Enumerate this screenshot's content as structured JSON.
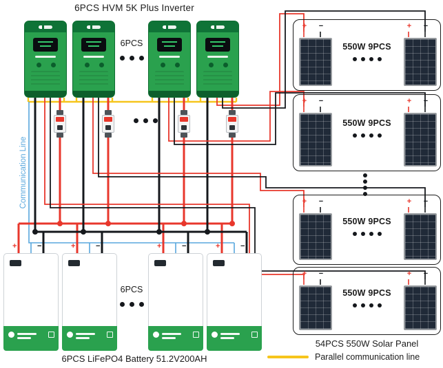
{
  "titles": {
    "inverter": "6PCS HVM 5K Plus Inverter",
    "battery": "6PCS LiFePO4 Battery 51.2V200AH",
    "solar_panel": "54PCS 550W Solar Panel"
  },
  "labels": {
    "inverter_count": "6PCS",
    "battery_count": "6PCS",
    "communication_line": "Communication Line",
    "legend_parallel": "Parallel communication line"
  },
  "solar": {
    "groups": [
      {
        "label": "550W 9PCS"
      },
      {
        "label": "550W 9PCS"
      },
      {
        "label": "550W 9PCS"
      },
      {
        "label": "550W 9PCS"
      }
    ]
  },
  "symbols": {
    "plus": "+",
    "minus": "−"
  },
  "colors": {
    "red": "#e8372c",
    "black": "#15181c",
    "yellow": "#f6c51c",
    "blue": "#58a7dd",
    "green": "#2aa14e",
    "green_dark": "#0f7337"
  }
}
